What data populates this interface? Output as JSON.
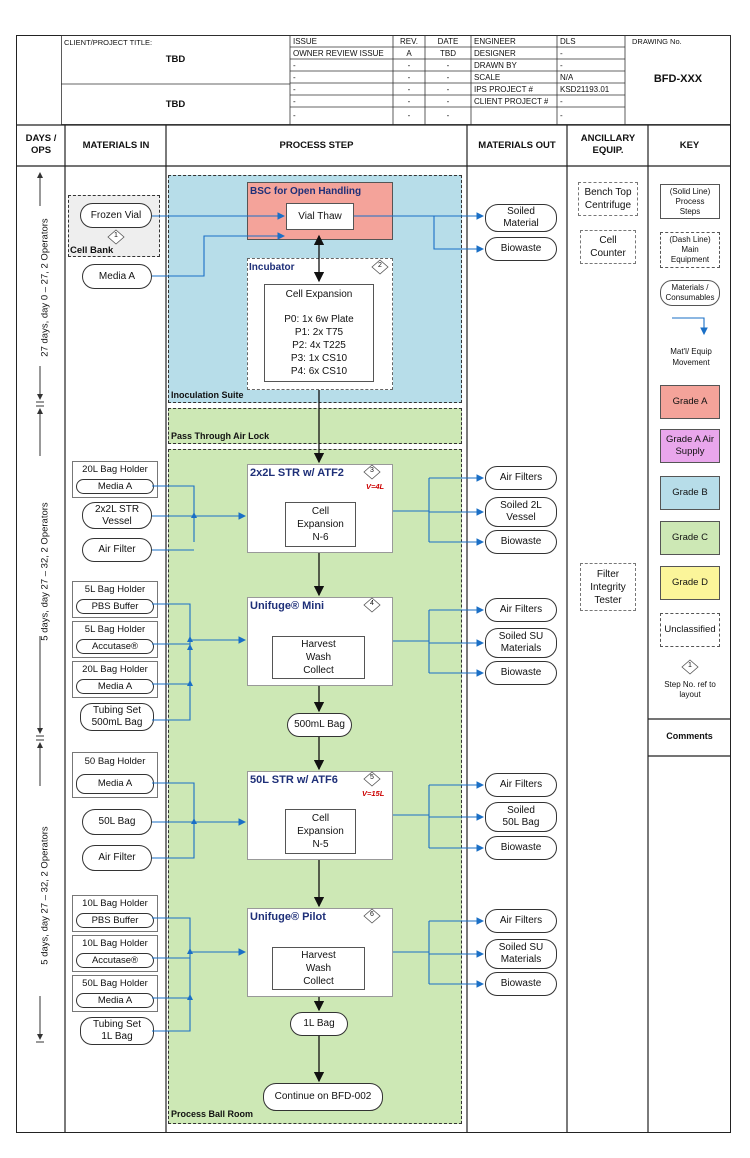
{
  "title_block": {
    "client_label": "CLIENT/PROJECT TITLE:",
    "client_value_1": "TBD",
    "client_value_2": "TBD",
    "issue_header": "ISSUE",
    "rev_header": "REV.",
    "date_header": "DATE",
    "rows": [
      {
        "issue": "OWNER REVIEW ISSUE",
        "rev": "A",
        "date": "TBD"
      },
      {
        "issue": "-",
        "rev": "-",
        "date": "-"
      },
      {
        "issue": "-",
        "rev": "-",
        "date": "-"
      },
      {
        "issue": "-",
        "rev": "-",
        "date": "-"
      },
      {
        "issue": "-",
        "rev": "-",
        "date": "-"
      },
      {
        "issue": "-",
        "rev": "-",
        "date": "-"
      }
    ],
    "engineer_rows": [
      {
        "label": "ENGINEER",
        "value": "DLS"
      },
      {
        "label": "DESIGNER",
        "value": "-"
      },
      {
        "label": "DRAWN BY",
        "value": "-"
      },
      {
        "label": "SCALE",
        "value": "N/A"
      },
      {
        "label": "IPS PROJECT #",
        "value": "KSD21193.01"
      },
      {
        "label": "CLIENT PROJECT #",
        "value": "-"
      },
      {
        "label": "",
        "value": "-"
      }
    ],
    "drawing_no_label": "DRAWING No.",
    "drawing_no": "BFD-XXX"
  },
  "columns": {
    "days": "DAYS / OPS",
    "materials_in": "MATERIALS IN",
    "process_step": "PROCESS STEP",
    "materials_out": "MATERIALS OUT",
    "ancillary": "ANCILLARY EQUIP.",
    "key": "KEY"
  },
  "days": {
    "phase1": "27 days, day 0 – 27, 2 Operators",
    "phase2": "5 days, day 27 – 32, 2 Operators",
    "phase3": "5 days, day 27 – 32, 2 Operators"
  },
  "zones": {
    "inoculation": "Inoculation Suite",
    "airlock": "Pass Through Air Lock",
    "ballroom": "Process Ball Room",
    "bsc": "BSC for Open Handling",
    "incubator": "Incubator"
  },
  "materials_in": {
    "frozen_vial": "Frozen Vial",
    "cell_bank": "Cell Bank",
    "cell_bank_step": "1",
    "media_a_1": "Media A",
    "s3": [
      {
        "holder": "20L Bag Holder",
        "item": "Media A"
      },
      {
        "item": "2x2L STR Vessel"
      },
      {
        "item": "Air Filter"
      }
    ],
    "s4": [
      {
        "holder": "5L Bag Holder",
        "item": "PBS Buffer"
      },
      {
        "holder": "5L Bag Holder",
        "item": "Accutase®"
      },
      {
        "holder": "20L Bag Holder",
        "item": "Media A"
      },
      {
        "item": "Tubing Set 500mL Bag"
      }
    ],
    "s5": [
      {
        "holder": "50 Bag Holder",
        "item": "Media A"
      },
      {
        "item": "50L Bag"
      },
      {
        "item": "Air Filter"
      }
    ],
    "s6": [
      {
        "holder": "10L Bag Holder",
        "item": "PBS Buffer"
      },
      {
        "holder": "10L Bag Holder",
        "item": "Accutase®"
      },
      {
        "holder": "50L Bag Holder",
        "item": "Media A"
      },
      {
        "item": "Tubing Set 1L Bag"
      }
    ]
  },
  "process": {
    "vial_thaw": "Vial Thaw",
    "incubator_step": "2",
    "cell_expansion_title": "Cell Expansion",
    "passages": [
      "P0: 1x 6w Plate",
      "P1: 2x T75",
      "P2: 4x T225",
      "P3: 1x CS10",
      "P4: 6x CS10"
    ],
    "s3_title": "2x2L STR w/ ATF2",
    "s3_step": "3",
    "s3_vol": "V=4L",
    "s3_inner": [
      "Cell",
      "Expansion",
      "N-6"
    ],
    "s4_title": "Unifuge® Mini",
    "s4_step": "4",
    "s4_inner": [
      "Harvest",
      "Wash",
      "Collect"
    ],
    "bag_500": "500mL Bag",
    "s5_title": "50L STR w/ ATF6",
    "s5_step": "5",
    "s5_vol": "V=15L",
    "s5_inner": [
      "Cell",
      "Expansion",
      "N-5"
    ],
    "s6_title": "Unifuge® Pilot",
    "s6_step": "6",
    "s6_inner": [
      "Harvest",
      "Wash",
      "Collect"
    ],
    "bag_1l": "1L Bag",
    "continue": "Continue on BFD-002"
  },
  "materials_out": {
    "soiled_material": "Soiled Material",
    "biowaste_1": "Biowaste",
    "s3": [
      "Air Filters",
      "Soiled 2L Vessel",
      "Biowaste"
    ],
    "s4": [
      "Air Filters",
      "Soiled SU Materials",
      "Biowaste"
    ],
    "s5": [
      "Air Filters",
      "Soiled 50L Bag",
      "Biowaste"
    ],
    "s6": [
      "Air Filters",
      "Soiled SU Materials",
      "Biowaste"
    ]
  },
  "ancillary": {
    "centrifuge": "Bench Top Centrifuge",
    "counter": "Cell Counter",
    "filter": "Filter Integrity Tester"
  },
  "key": {
    "solid": "(Solid Line) Process Steps",
    "dash": "(Dash Line) Main Equipment",
    "materials": "Materials / Consumables",
    "movement": "Mat'l/ Equip Movement",
    "grade_a": "Grade A",
    "grade_a_air": "Grade A Air Supply",
    "grade_b": "Grade B",
    "grade_c": "Grade C",
    "grade_d": "Grade D",
    "unclassified": "Unclassified",
    "step_no_sym": "1",
    "step_no": "Step No. ref to layout",
    "comments": "Comments"
  },
  "colors": {
    "grade_a": "#f4a39a",
    "grade_a_air": "#e9a6ec",
    "grade_b": "#b7dde9",
    "grade_c": "#cde8b5",
    "grade_d": "#fbf59a",
    "arrow": "#1a6fc6"
  }
}
